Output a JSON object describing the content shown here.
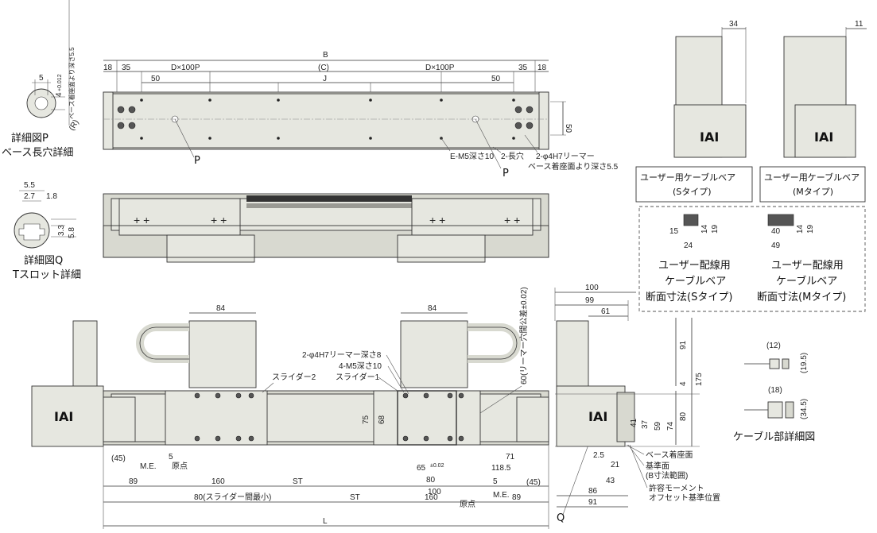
{
  "top_view": {
    "dims": {
      "B": "B",
      "C": "(C)",
      "J": "J",
      "dx_left": "D×100P",
      "dx_right": "D×100P",
      "e18_left": "18",
      "e35_left": "35",
      "e35_right": "35",
      "e18_right": "18",
      "e50_left": "50",
      "e50_right": "50",
      "h50": "50"
    },
    "callouts": {
      "p_left": "P",
      "p_right": "P",
      "em5": "E-M5深さ10",
      "slot2": "2-長穴",
      "reamer": "2-φ4H7リーマー",
      "reamer_depth": "ベース着座面より深さ5.5"
    }
  },
  "detail_p": {
    "dims": {
      "w5": "5",
      "h4": "4",
      "tol": "+0.012",
      "tol0": "0",
      "depth_note": "ベース着座面より深さ5.5",
      "r": "(R)"
    },
    "title1": "詳細図P",
    "title2": "ベース長穴詳細"
  },
  "detail_q": {
    "dims": {
      "a": "5.5",
      "b": "2.7",
      "c": "1.8",
      "d": "3.3",
      "e": "5.8"
    },
    "title1": "詳細図Q",
    "title2": "Tスロット詳細"
  },
  "cable_s": {
    "dim": "34",
    "caption1": "ユーザー用ケーブルベア",
    "caption2": "(Sタイプ)"
  },
  "cable_m": {
    "dim": "11",
    "caption1": "ユーザー用ケーブルベア",
    "caption2": "(Mタイプ)"
  },
  "wiring": {
    "s": {
      "w1": "15",
      "w2": "24",
      "h1": "14",
      "h2": "19",
      "caption1": "ユーザー配線用",
      "caption2": "ケーブルベア",
      "caption3": "断面寸法(Sタイプ)"
    },
    "m": {
      "w1": "40",
      "w2": "49",
      "h1": "14",
      "h2": "19",
      "caption1": "ユーザー配線用",
      "caption2": "ケーブルベア",
      "caption3": "断面寸法(Mタイプ)"
    }
  },
  "front_view": {
    "dims": {
      "d84_left": "84",
      "d84_right": "84",
      "d75": "75",
      "d68": "68",
      "d45_left": "(45)",
      "me_left": "M.E.",
      "five_left": "5",
      "origin_left": "原点",
      "d89_left": "89",
      "d160_left": "160",
      "st_top": "ST",
      "d80_sl": "80(スライダー間最小)",
      "st_bottom": "ST",
      "d160_right": "160",
      "d89_right": "89",
      "L": "L",
      "d65": "65",
      "tol65": "±0.02",
      "d80": "80",
      "d100": "100",
      "d118": "118.5",
      "d71": "71",
      "d45_right": "(45)",
      "five_right": "5",
      "me_right": "M.E.",
      "origin_right": "原点",
      "pitch60": "60(リーマー穴間公差±0.02)",
      "Q": "Q"
    },
    "labels": {
      "slider1": "スライダー1",
      "slider2": "スライダー2",
      "reamer8": "2-φ4H7リーマー深さ8",
      "m5": "4-M5深さ10"
    }
  },
  "side_view": {
    "dims": {
      "d100": "100",
      "d99": "99",
      "d61": "61",
      "d91": "91",
      "d175": "175",
      "d4": "4",
      "d80": "80",
      "d74": "74",
      "d59": "59",
      "d41": "41",
      "d37": "37",
      "d2_5": "2.5",
      "d21": "21",
      "d43": "43",
      "d86": "86",
      "d91b": "91"
    },
    "notes": {
      "seat": "ベース着座面",
      "ref": "基準面",
      "ref2": "(B寸法範囲)",
      "offset": "許容モーメント",
      "offset2": "オフセット基準位置"
    }
  },
  "cable_detail": {
    "s_w": "(12)",
    "s_h": "(19.5)",
    "m_w": "(18)",
    "m_h": "(34.5)",
    "title": "ケーブル部詳細図"
  },
  "logo": {
    "text": "IAI"
  }
}
